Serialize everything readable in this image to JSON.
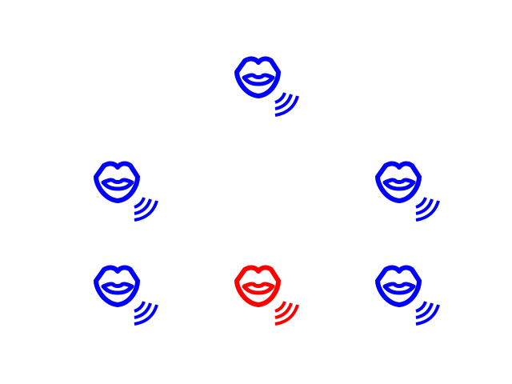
{
  "icons": [
    {
      "id": "icon-top",
      "name": "speaking-lips-icon",
      "color": "#0000ff"
    },
    {
      "id": "icon-mid-left",
      "name": "speaking-lips-icon",
      "color": "#0000ff"
    },
    {
      "id": "icon-mid-right",
      "name": "speaking-lips-icon",
      "color": "#0000ff"
    },
    {
      "id": "icon-bottom-left",
      "name": "speaking-lips-icon",
      "color": "#0000ff"
    },
    {
      "id": "icon-bottom-center",
      "name": "speaking-lips-icon",
      "color": "#ff0000"
    },
    {
      "id": "icon-bottom-right",
      "name": "speaking-lips-icon",
      "color": "#0000ff"
    }
  ]
}
